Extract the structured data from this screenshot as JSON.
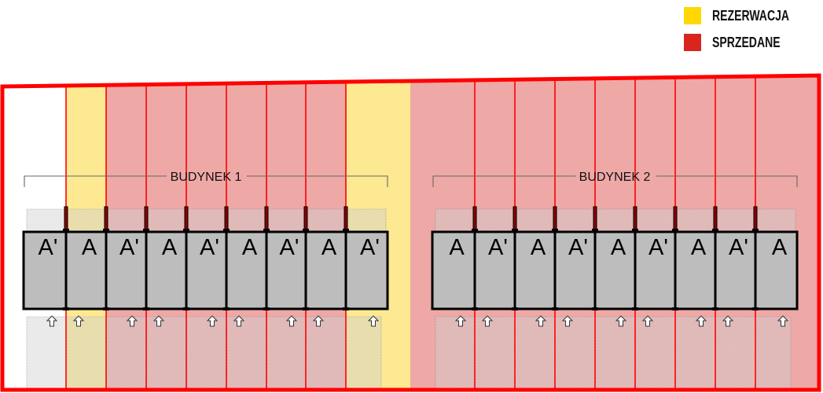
{
  "legend": {
    "items": [
      {
        "label": "REZERWACJA",
        "color": "#FFD800",
        "status": "reserved"
      },
      {
        "label": "SPRZEDANE",
        "color": "#D9251E",
        "status": "sold"
      }
    ]
  },
  "colors": {
    "reserved_fill": "#FDE992",
    "sold_fill": "#EEA8A6",
    "boundary": "#FF0000",
    "building_fill": "#BDBDBD"
  },
  "buildings": [
    {
      "label": "BUDYNEK 1",
      "units": [
        {
          "type": "A'",
          "status": "free"
        },
        {
          "type": "A",
          "status": "reserved"
        },
        {
          "type": "A'",
          "status": "sold"
        },
        {
          "type": "A",
          "status": "sold"
        },
        {
          "type": "A'",
          "status": "sold"
        },
        {
          "type": "A",
          "status": "sold"
        },
        {
          "type": "A'",
          "status": "sold"
        },
        {
          "type": "A",
          "status": "sold"
        },
        {
          "type": "A'",
          "status": "reserved"
        }
      ]
    },
    {
      "label": "BUDYNEK 2",
      "units": [
        {
          "type": "A",
          "status": "sold"
        },
        {
          "type": "A'",
          "status": "sold"
        },
        {
          "type": "A",
          "status": "sold"
        },
        {
          "type": "A'",
          "status": "sold"
        },
        {
          "type": "A",
          "status": "sold"
        },
        {
          "type": "A'",
          "status": "sold"
        },
        {
          "type": "A",
          "status": "sold"
        },
        {
          "type": "A'",
          "status": "sold"
        },
        {
          "type": "A",
          "status": "sold"
        }
      ]
    }
  ]
}
